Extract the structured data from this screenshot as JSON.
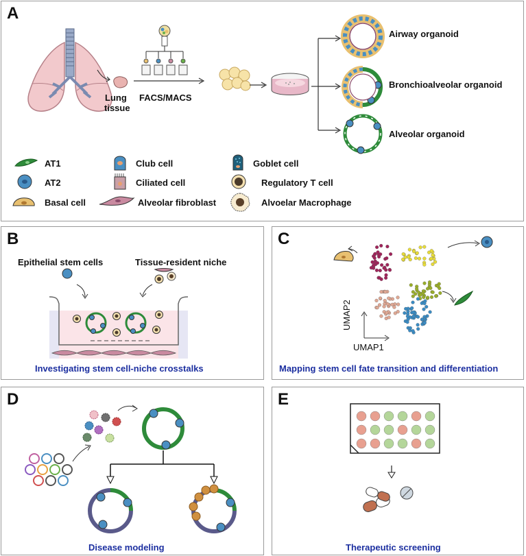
{
  "panels": {
    "a": {
      "label": "A",
      "lung_tissue_line1": "Lung",
      "lung_tissue_line2": "tissue",
      "sorting": "FACS/MACS",
      "organoids": [
        "Airway organoid",
        "Bronchioalveolar organoid",
        "Alveolar organoid"
      ],
      "legend": [
        {
          "name": "AT1",
          "icon": "at1-cell-icon"
        },
        {
          "name": "Club cell",
          "icon": "club-cell-icon"
        },
        {
          "name": "Goblet cell",
          "icon": "goblet-cell-icon"
        },
        {
          "name": "AT2",
          "icon": "at2-cell-icon"
        },
        {
          "name": "Ciliated cell",
          "icon": "ciliated-cell-icon"
        },
        {
          "name": "Regulatory T cell",
          "icon": "treg-cell-icon"
        },
        {
          "name": "Basal cell",
          "icon": "basal-cell-icon"
        },
        {
          "name": "Alveolar fibroblast",
          "icon": "fibroblast-icon"
        },
        {
          "name": "Alvoelar Macrophage",
          "icon": "macrophage-icon"
        }
      ]
    },
    "b": {
      "label": "B",
      "left_text": "Epithelial stem cells",
      "right_text": "Tissue-resident niche",
      "caption": "Investigating stem cell-niche crosstalks"
    },
    "c": {
      "label": "C",
      "axis_y": "UMAP2",
      "axis_x": "UMAP1",
      "caption": "Mapping stem cell fate transition and differentiation"
    },
    "d": {
      "label": "D",
      "caption": "Disease modeling"
    },
    "e": {
      "label": "E",
      "caption": "Therapeutic screening"
    }
  },
  "colors": {
    "caption": "#1c2fa0",
    "at1_green": "#2e8b3a",
    "at2_blue": "#4a8fc2",
    "basal": "#e8c070",
    "fibroblast": "#c98aa0",
    "lung": "#f2c9cc",
    "trachea": "#9aaac8",
    "umap_magenta": "#a0245a",
    "umap_pink": "#e0a894",
    "umap_yellow": "#e8dc3a",
    "umap_olive": "#9aae2a",
    "umap_blue": "#3a8cc4",
    "well_red": "#e8a090",
    "well_green": "#b4d69a"
  }
}
